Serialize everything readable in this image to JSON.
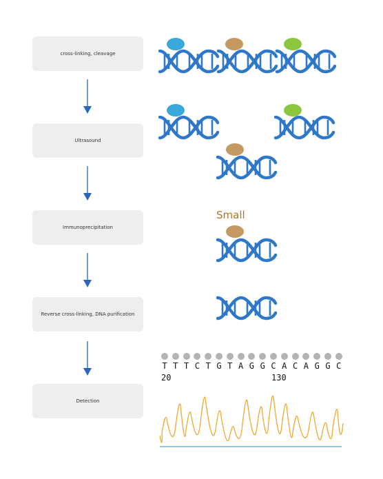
{
  "steps": [
    {
      "label": "cross-linking, cleavage"
    },
    {
      "label": "Ultrasound"
    },
    {
      "label": "Immunoprecipitation"
    },
    {
      "label": "Reverse cross-linking, DNA purification"
    },
    {
      "label": "Detection"
    }
  ],
  "small_label": "Small",
  "sequence": {
    "bases": [
      "T",
      "T",
      "T",
      "C",
      "T",
      "G",
      "T",
      "A",
      "G",
      "G",
      "C",
      "A",
      "C",
      "A",
      "G",
      "G",
      "C"
    ],
    "positions": [
      "20",
      "130"
    ]
  },
  "colors": {
    "dna": "#2f78c8",
    "protein_blue": "#3aa7dd",
    "protein_tan": "#c49a62",
    "protein_green": "#8cc63f",
    "trace_orange": "#f0a830",
    "baseline_blue": "#5a9fd6",
    "arrow": "#2b67b8"
  }
}
